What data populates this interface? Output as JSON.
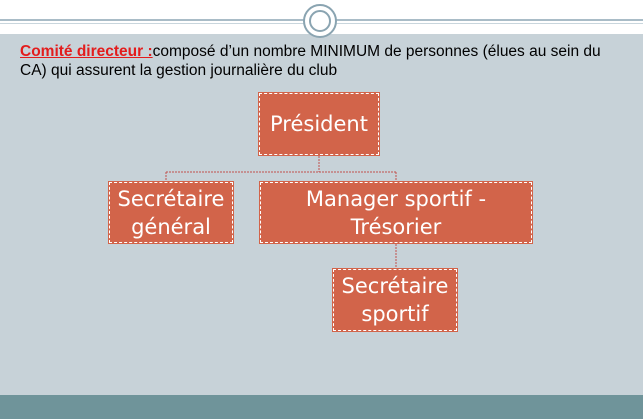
{
  "intro": {
    "heading": "Comité directeur :",
    "text": "composé d’un nombre MINIMUM de personnes (élues au sein du CA) qui assurent la gestion journalière du club"
  },
  "org_chart": {
    "nodes": {
      "president": "Président",
      "secretary_general": "Secrétaire\ngénéral",
      "manager_treasurer": "Manager sportif -\nTrésorier",
      "secretary_sport": "Secrétaire\nsportif"
    }
  },
  "colors": {
    "box_fill": "#d2644a",
    "box_text": "#ffffff",
    "heading_red": "#e31c1c",
    "background": "#c7d2d8",
    "connector": "#c0504d"
  }
}
